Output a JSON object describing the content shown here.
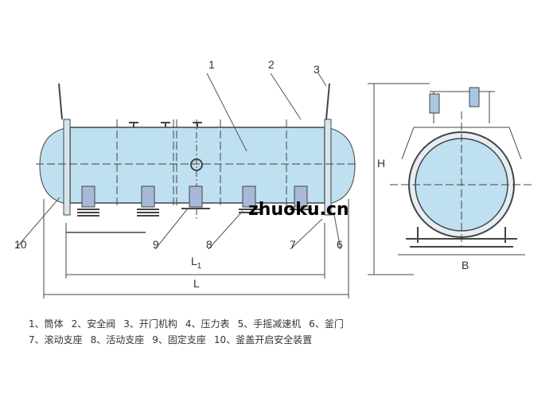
{
  "callouts": {
    "c1": "1",
    "c2": "2",
    "c3": "3",
    "c6": "6",
    "c7": "7",
    "c8": "8",
    "c9": "9",
    "c10": "10"
  },
  "dimensions": {
    "L1_main": "L",
    "L1_sub": "1",
    "L": "L",
    "H": "H",
    "B": "B"
  },
  "watermark": "zhuoku.cn",
  "legend": {
    "row1": [
      "1、筒体",
      "2、安全阀",
      "3、开门机构",
      "4、压力表",
      "5、手摇减速机",
      "6、釜门"
    ],
    "row2": [
      "7、滚动支座",
      "8、活动支座",
      "9、固定支座",
      "10、釜盖开启安全装置"
    ]
  },
  "colors": {
    "vessel_fill": "#bfe0f0",
    "support_fill": "#a9b8d8",
    "line": "#444444"
  }
}
